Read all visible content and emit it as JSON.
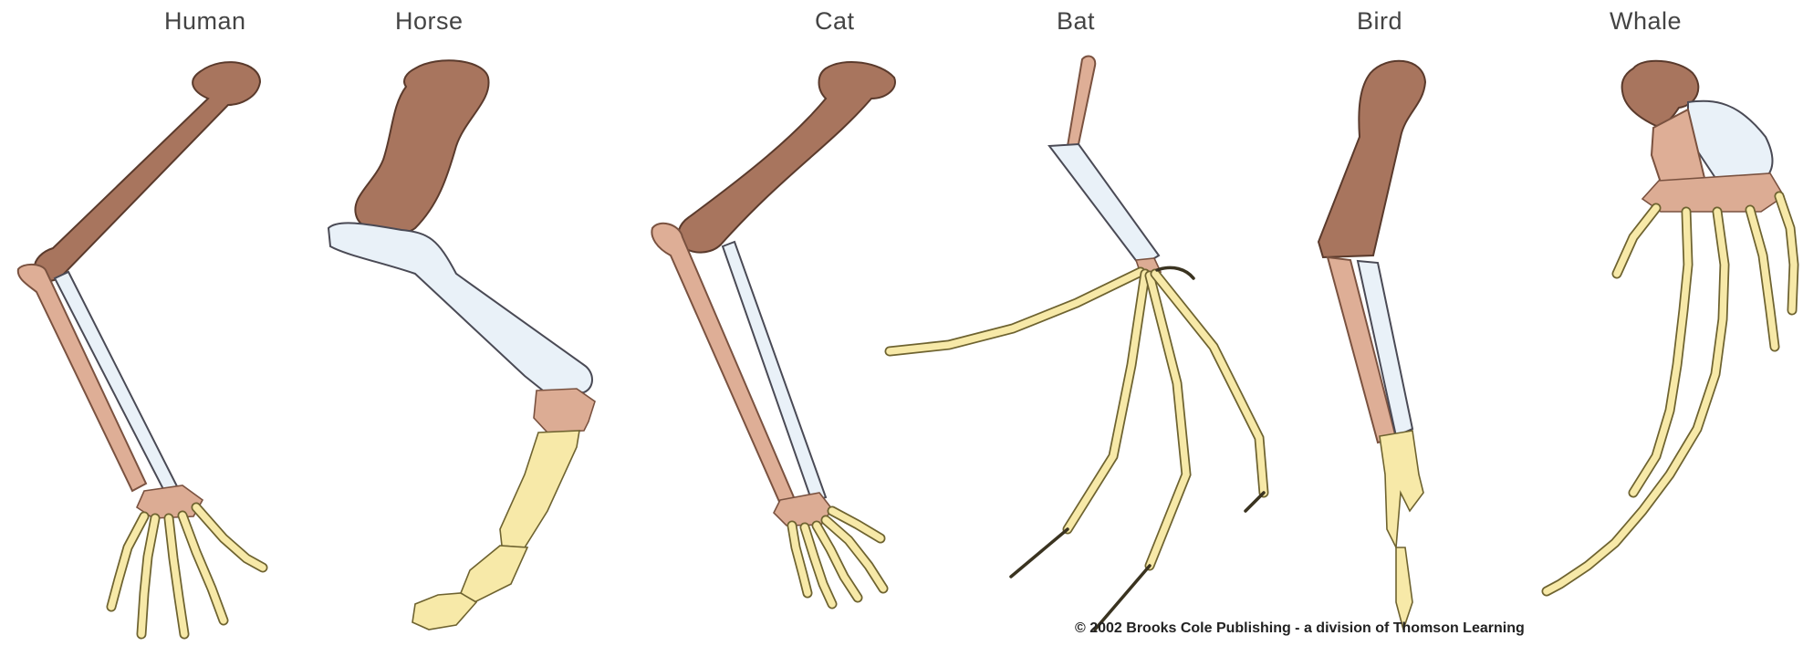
{
  "labels": {
    "human": "Human",
    "horse": "Horse",
    "cat": "Cat",
    "bat": "Bat",
    "bird": "Bird",
    "whale": "Whale"
  },
  "credit": "© 2002 Brooks Cole Publishing - a division of Thomson Learning",
  "colors": {
    "humerus": "#a8755e",
    "radius": "#deae96",
    "ulna": "#e9f1f8",
    "carpals": "#dcac94",
    "phalanges": "#f7e9a8"
  }
}
